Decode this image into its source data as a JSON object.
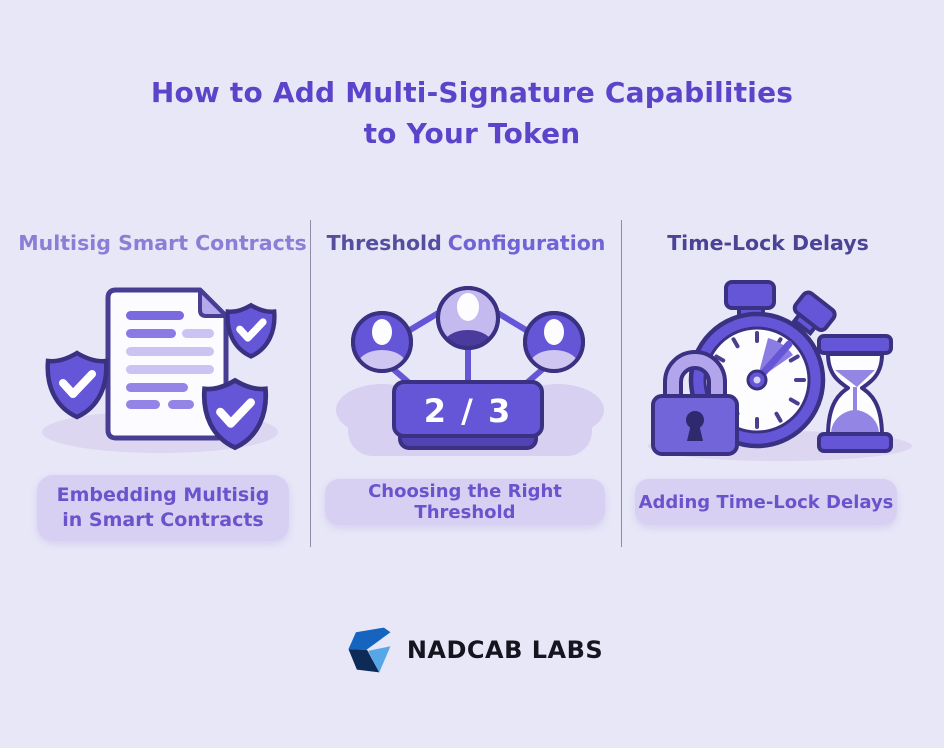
{
  "page": {
    "background_color": "#e8e7f8"
  },
  "title": {
    "line1": "How to Add Multi-Signature Capabilities",
    "line2": "to Your Token",
    "color": "#5b44ca"
  },
  "columns": {
    "multisig": {
      "header": "Multisig Smart Contracts",
      "icon": "document-with-shield-checks",
      "caption_line1": "Embedding Multisig",
      "caption_line2": "in Smart Contracts"
    },
    "threshold": {
      "header_word1": "Threshold",
      "header_word2": "Configuration",
      "icon": "three-signers-network",
      "badge": "2 / 3",
      "caption": "Choosing the Right Threshold"
    },
    "timelock": {
      "header": "Time-Lock Delays",
      "icon": "stopwatch-lock-hourglass",
      "caption": "Adding Time-Lock Delays"
    }
  },
  "footer": {
    "brand": "NADCAB LABS"
  },
  "colors": {
    "accent_purple": "#6456d6",
    "outline_purple": "#3b3182",
    "light_purple_fill": "#c5baef",
    "caption_bg": "#d7d0f2",
    "caption_text": "#6b53cd",
    "header_multisig": "#8a7ed6",
    "header_threshold_word1": "#554e9c",
    "header_threshold_word2": "#7163d6",
    "header_timelock": "#4c4395",
    "divider": "#8e8ca6",
    "shadow_blob": "#dcd6f1",
    "logo_blue": "#1565c0",
    "logo_navy": "#0d2b56",
    "logo_lightblue": "#55a7e8",
    "brand_text": "#15151f"
  }
}
